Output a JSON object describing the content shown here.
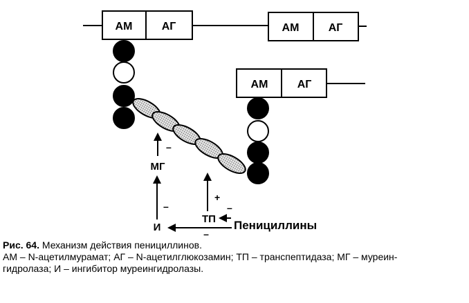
{
  "diagram": {
    "unit_left": {
      "am": "АМ",
      "ag": "АГ"
    },
    "unit_right": {
      "am": "АМ",
      "ag": "АГ"
    },
    "unit_middle": {
      "am": "АМ",
      "ag": "АГ"
    },
    "mg": "МГ",
    "mg_sign": "–",
    "tp": "ТП",
    "tp_sign_plus": "+",
    "tp_sign_minus": "–",
    "inhibitor": "И",
    "inhibitor_sign": "–",
    "inhibitor_sign_bottom": "–",
    "penicillin": "Пенициллины",
    "penicillin_sign": "–"
  },
  "caption": {
    "fig_label": "Рис. 64.",
    "fig_title": " Механизм действия пенициллинов.",
    "legend_line1": "АМ – N-ацетилмурамат; АГ – N-ацетилглюкозамин; ТП – транспептидаза; МГ – муреин-",
    "legend_line2": "гидролаза; И – ингибитор муреингидролазы."
  }
}
